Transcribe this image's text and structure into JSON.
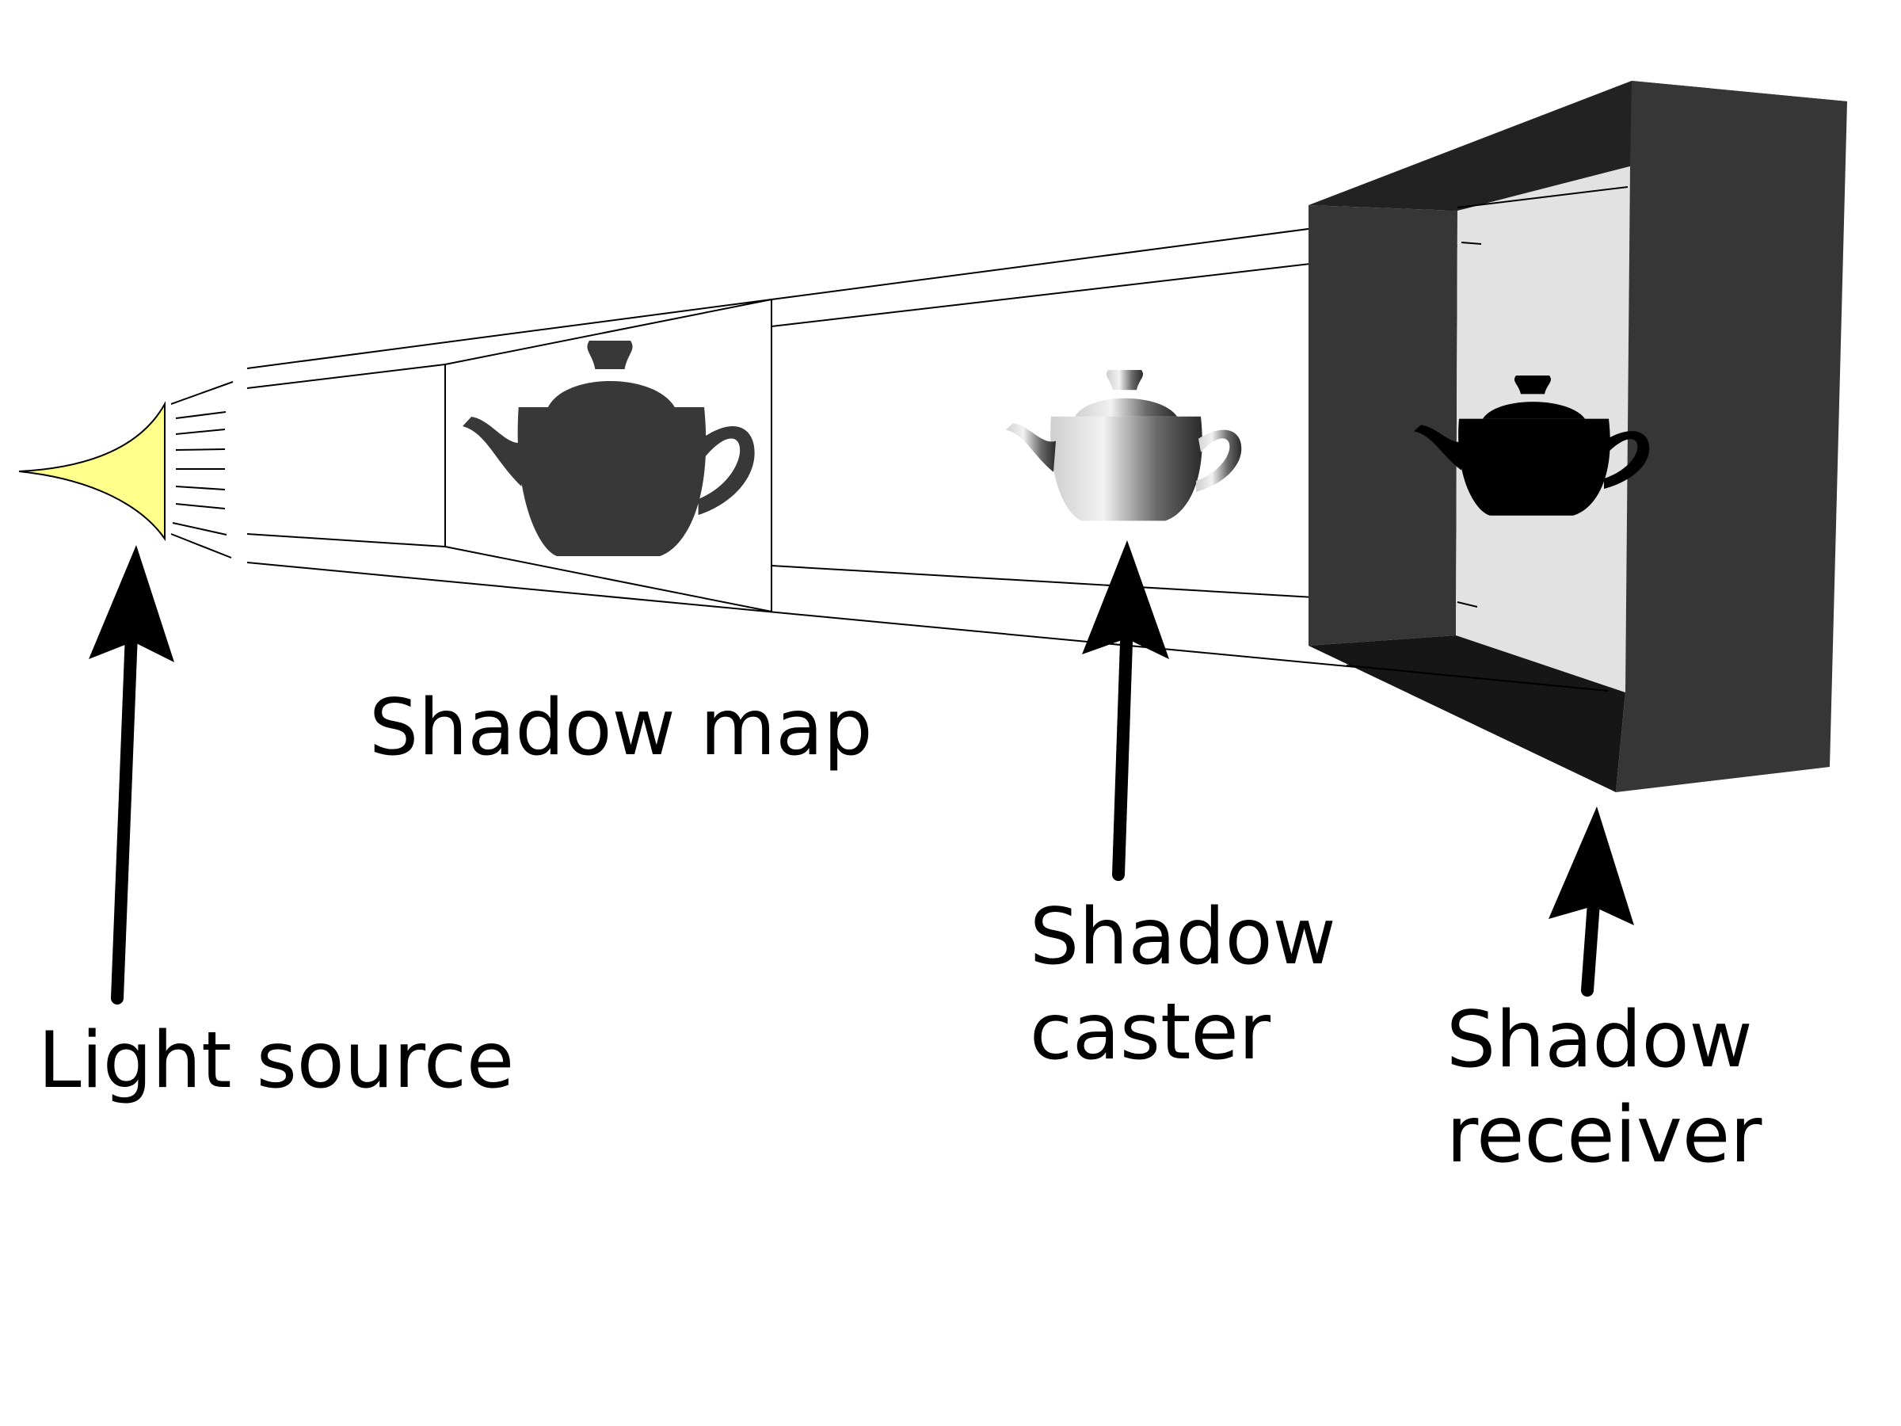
{
  "labels": {
    "shadow_map": "Shadow map",
    "light_source": "Light source",
    "shadow_caster_line1": "Shadow",
    "shadow_caster_line2": "caster",
    "shadow_receiver_line1": "Shadow",
    "shadow_receiver_line2": "receiver"
  },
  "colors": {
    "light": "#ffff8c",
    "frame_top": "#222222",
    "frame_side": "#363636",
    "frame_bottom": "#161616",
    "receiver_panel": "#e2e2e2",
    "depth_teapot": "#383838",
    "shadow": "#000000"
  },
  "icons": {
    "light_source": "light-cone-icon",
    "shadow_map": "depth-teapot-icon",
    "shadow_caster": "shaded-teapot-icon",
    "shadow": "teapot-shadow-icon"
  }
}
